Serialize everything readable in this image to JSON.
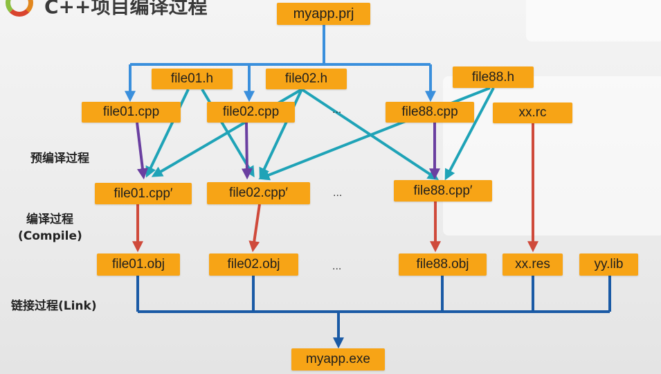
{
  "title": "C++项目编译过程",
  "nodes": {
    "project": "myapp.prj",
    "file01_h": "file01.h",
    "file02_h": "file02.h",
    "file88_h": "file88.h",
    "file01_cpp": "file01.cpp",
    "file02_cpp": "file02.cpp",
    "file88_cpp": "file88.cpp",
    "xx_rc": "xx.rc",
    "file01_cpp_pre": "file01.cpp′",
    "file02_cpp_pre": "file02.cpp′",
    "file88_cpp_pre": "file88.cpp′",
    "file01_obj": "file01.obj",
    "file02_obj": "file02.obj",
    "file88_obj": "file88.obj",
    "xx_res": "xx.res",
    "yy_lib": "yy.lib",
    "exe": "myapp.exe"
  },
  "stages": {
    "preprocess": "预编译过程",
    "compile_line1": "编译过程",
    "compile_line2": "(Compile)",
    "link": "链接过程(Link)"
  },
  "ellipsis": [
    "...",
    "...",
    "...",
    "..."
  ],
  "colors": {
    "box": "#f7a416",
    "project_arrow": "#3a8fdc",
    "include_arrow": "#1fa3b7",
    "preprocess_arrow": "#6a3fa0",
    "compile_arrow": "#cf4a3b",
    "link_line": "#1a5aa5"
  }
}
